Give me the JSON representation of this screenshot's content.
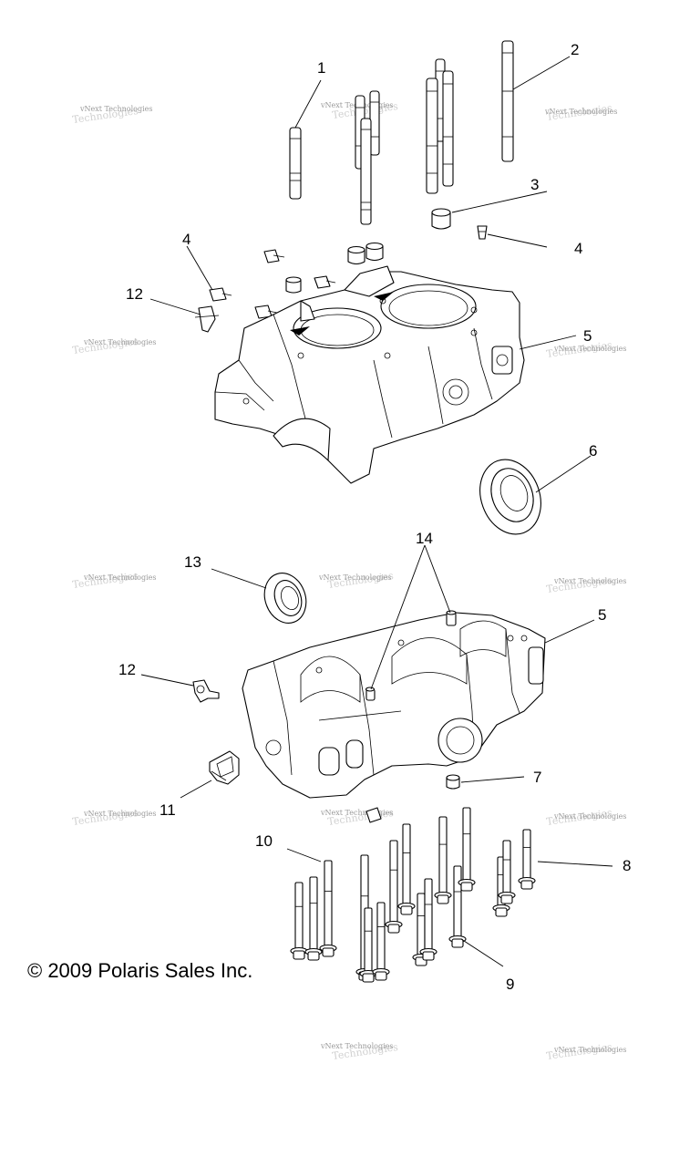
{
  "diagram": {
    "callouts": [
      "1",
      "2",
      "3",
      "4",
      "4",
      "12",
      "5",
      "6",
      "13",
      "14",
      "5",
      "12",
      "7",
      "11",
      "10",
      "8",
      "9"
    ],
    "watermark": "vNext Technologies",
    "copyright": "© 2009 Polaris Sales Inc."
  }
}
